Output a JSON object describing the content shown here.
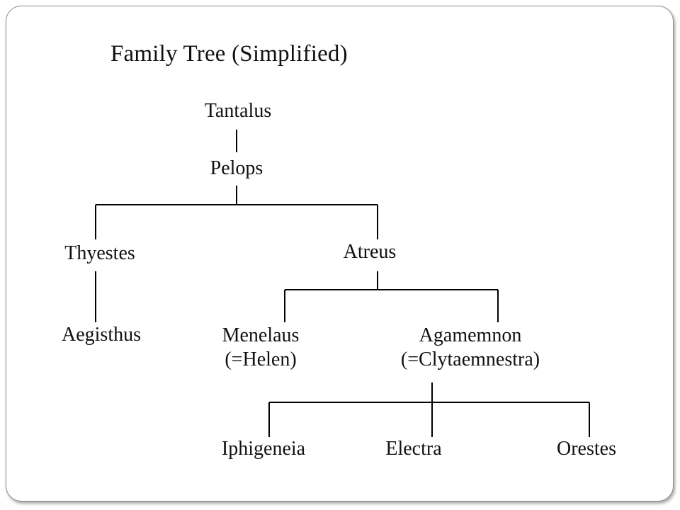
{
  "title": "Family Tree (Simplified)",
  "members": {
    "tantalus": "Tantalus",
    "pelops": "Pelops",
    "thyestes": "Thyestes",
    "atreus": "Atreus",
    "aegisthus": "Aegisthus",
    "menelaus": "Menelaus",
    "menelaus_spouse": "(=Helen)",
    "agamemnon": "Agamemnon",
    "agamemnon_spouse": "(=Clytaemnestra)",
    "iphigeneia": "Iphigeneia",
    "electra": "Electra",
    "orestes": "Orestes"
  },
  "relations": [
    {
      "parent": "Tantalus",
      "children": [
        "Pelops"
      ]
    },
    {
      "parent": "Pelops",
      "children": [
        "Thyestes",
        "Atreus"
      ]
    },
    {
      "parent": "Thyestes",
      "children": [
        "Aegisthus"
      ]
    },
    {
      "parent": "Atreus",
      "children": [
        "Menelaus",
        "Agamemnon"
      ]
    },
    {
      "parent": "Agamemnon",
      "children": [
        "Iphigeneia",
        "Electra",
        "Orestes"
      ]
    }
  ]
}
